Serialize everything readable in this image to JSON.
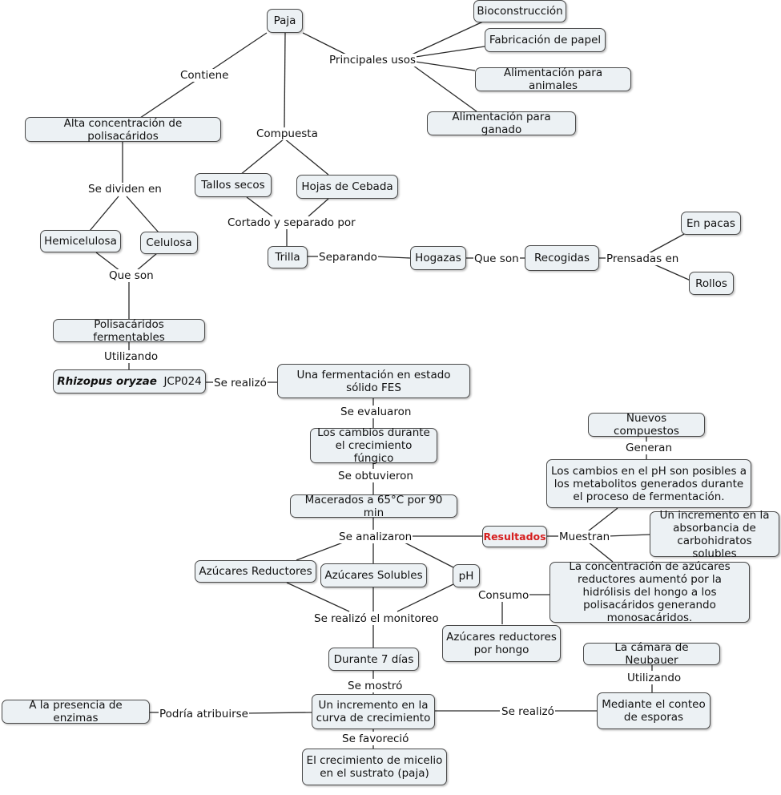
{
  "nodes": {
    "paja": "Paja",
    "bioconstruccion": "Bioconstrucción",
    "papel": "Fabricación de papel",
    "animales": "Alimentación para animales",
    "ganado": "Alimentación para ganado",
    "alta": "Alta concentración de polisacáridos",
    "tallos": "Tallos secos",
    "hojas": "Hojas de Cebada",
    "hemicelulosa": "Hemicelulosa",
    "celulosa": "Celulosa",
    "trilla": "Trilla",
    "hogazas": "Hogazas",
    "recogidas": "Recogidas",
    "pacas": "En pacas",
    "rollos": "Rollos",
    "polifer": "Polisacáridos fermentables",
    "rhizopus_name": "Rhizopus oryzae",
    "rhizopus_code": "JCP024",
    "fes": "Una fermentación en estado sólido FES",
    "cambios": "Los cambios durante el crecimiento fúngico",
    "macerados": "Macerados a 65°C por 90 min",
    "nuevos": "Nuevos compuestos",
    "ph_cambios": "Los cambios en el pH son posibles a los metabolitos generados durante el proceso de fermentación.",
    "resultados": "Resultados",
    "absorbancia": "Un incremento en la absorbancia de carbohidratos solubles",
    "reductores": "Azúcares Reductores",
    "solubles": "Azúcares Solubles",
    "ph": "pH",
    "concentracion": "La concentración de azúcares reductores aumentó por la hidrólisis del hongo a los polisacáridos generando monosacáridos.",
    "reductores_hongo": "Azúcares reductores por hongo",
    "durante": "Durante 7 días",
    "neubauer": "La cámara de Neubauer",
    "enzimas": "A la presencia de enzimas",
    "incremento": "Un incremento en la curva de crecimiento",
    "conteo": "Mediante el conteo de esporas",
    "micelio": "El crecimiento de micelio en el sustrato (paja)"
  },
  "links": {
    "contiene": "Contiene",
    "principales": "Principales usos",
    "compuesta": "Compuesta",
    "se_dividen": "Se dividen en",
    "cortado": "Cortado y separado por",
    "que_son_1": "Que son",
    "separando": "Separando",
    "que_son_2": "Que son",
    "prensadas": "Prensadas en",
    "utilizando_1": "Utilizando",
    "se_realizo_1": "Se realizó",
    "se_evaluaron": "Se evaluaron",
    "se_obtuvieron": "Se obtuvieron",
    "generan": "Generan",
    "se_analizaron": "Se analizaron",
    "muestran": "Muestran",
    "consumo": "Consumo",
    "monitoreo": "Se realizó el monitoreo",
    "utilizando_2": "Utilizando",
    "se_mostro": "Se mostró",
    "podria": "Podría atribuirse",
    "se_realizo_2": "Se realizó",
    "se_favorecio": "Se favoreció"
  }
}
